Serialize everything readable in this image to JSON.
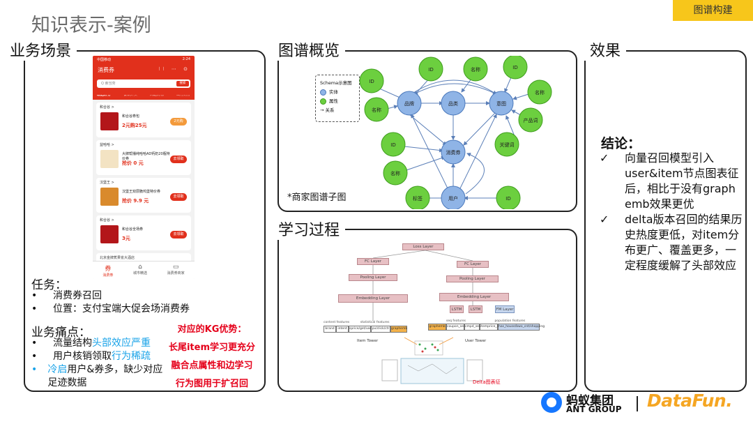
{
  "header": {
    "title": "知识表示-案例",
    "tag": "图谱构建"
  },
  "business": {
    "title": "业务场景",
    "phone": {
      "status_left": "中国移动",
      "status_right": "2:24",
      "title": "消费券",
      "icons": "⁝⁝ ⋯ ⊙",
      "search_placeholder": "Q 索当劳",
      "search_button": "搜索",
      "tabs": [
        "精选好券",
        "餐饮外卖",
        "商超购物",
        "出行购券"
      ],
      "cards": [
        {
          "shop": "和合谷 >",
          "name": "和合谷券包",
          "price": "2元购25元",
          "button": "2元购"
        },
        {
          "shop": "益哈哈 >",
          "name": "大牌帮播纯哈哈AD钙奶20瓶特价券",
          "price": "抢价 0 元",
          "button": "去领取"
        },
        {
          "shop": "汉堡王 >",
          "name": "汉堡王双层脆鸡堡特价券",
          "price": "抢价 9.9 元",
          "button": "去领取"
        },
        {
          "shop": "和合谷 >",
          "name": "和合谷全场券",
          "price": "3元",
          "button": "去领取"
        }
      ],
      "last_item": "北京金牌蕉果雀大酒店",
      "nav": [
        {
          "icon": "券",
          "label": "消费券"
        },
        {
          "icon": "⌂",
          "label": "城市精选"
        },
        {
          "icon": "▭",
          "label": "消费券商家"
        }
      ]
    },
    "task_label": "任务：",
    "tasks": [
      "消费券召回",
      "位置：支付宝端大促会场消费券"
    ],
    "pain_label": "业务痛点：",
    "pains": [
      {
        "pre": "流量结构",
        "hi": "头部效应严重",
        "post": ""
      },
      {
        "pre": "用户核销领取",
        "hi": "行为稀疏",
        "post": ""
      },
      {
        "pre": "",
        "hi": "冷启",
        "post": "用户&券多，缺少对应足迹数据"
      }
    ],
    "kg_advantages": [
      "对应的KG优势：",
      "长尾item学习更充分",
      "融合点属性和边学习",
      "行为图用于扩召回"
    ]
  },
  "graph": {
    "title": "图谱概览",
    "legend": {
      "title": "Schema示意图",
      "entity": "实体",
      "attribute": "属性",
      "relation": "关系"
    },
    "nodes": {
      "brand": "品牌",
      "category": "品类",
      "intent": "意图",
      "coupon": "消费券",
      "user": "用户",
      "id": "ID",
      "name": "名称",
      "product_word": "产品词",
      "keyword": "关键词",
      "label": "标签"
    },
    "caption": "*商家图谱子图"
  },
  "learning": {
    "title": "学习过程",
    "loss": "Loss Layer",
    "fc": "FC Layer",
    "pooling": "Pooling Layer",
    "embedding": "Embedding Layer",
    "lstm": "LSTM",
    "fm": "FM Layer",
    "content_features": "content features",
    "statistical_features": "statistical features",
    "seq_features": "seq features",
    "population_features": "population features",
    "item_feats": [
      "brand",
      "intent",
      "sprice/get/use",
      "pv/click/ctr",
      "graphemb"
    ],
    "user_feats": [
      "graphemb",
      "coupon_seq",
      "cmpd_seq",
      "itemprice_seq",
      "has_house/bwo_cnt/shopping"
    ],
    "item_tower": "Item Tower",
    "user_tower": "User Tower",
    "delta_caption": "Delta图表征"
  },
  "effect": {
    "title": "效果",
    "conclusion": "结论：",
    "items": [
      "向量召回模型引入user&item节点图表征后，相比于没有graph emb效果更优",
      "delta版本召回的结果历史热度更低，对item分布更广、覆盖更多，一定程度缓解了头部效应"
    ]
  },
  "footer": {
    "ant_cn": "蚂蚁集团",
    "ant_en": "ANT GROUP",
    "datafun": "DataFun."
  },
  "colors": {
    "accent_yellow": "#f7c61b",
    "phone_red": "#e1301c",
    "entity_blue": "#8fb4e6",
    "attribute_green": "#6ccf3f",
    "highlight_blue": "#1aa3e8",
    "kg_red": "#e5001a"
  }
}
